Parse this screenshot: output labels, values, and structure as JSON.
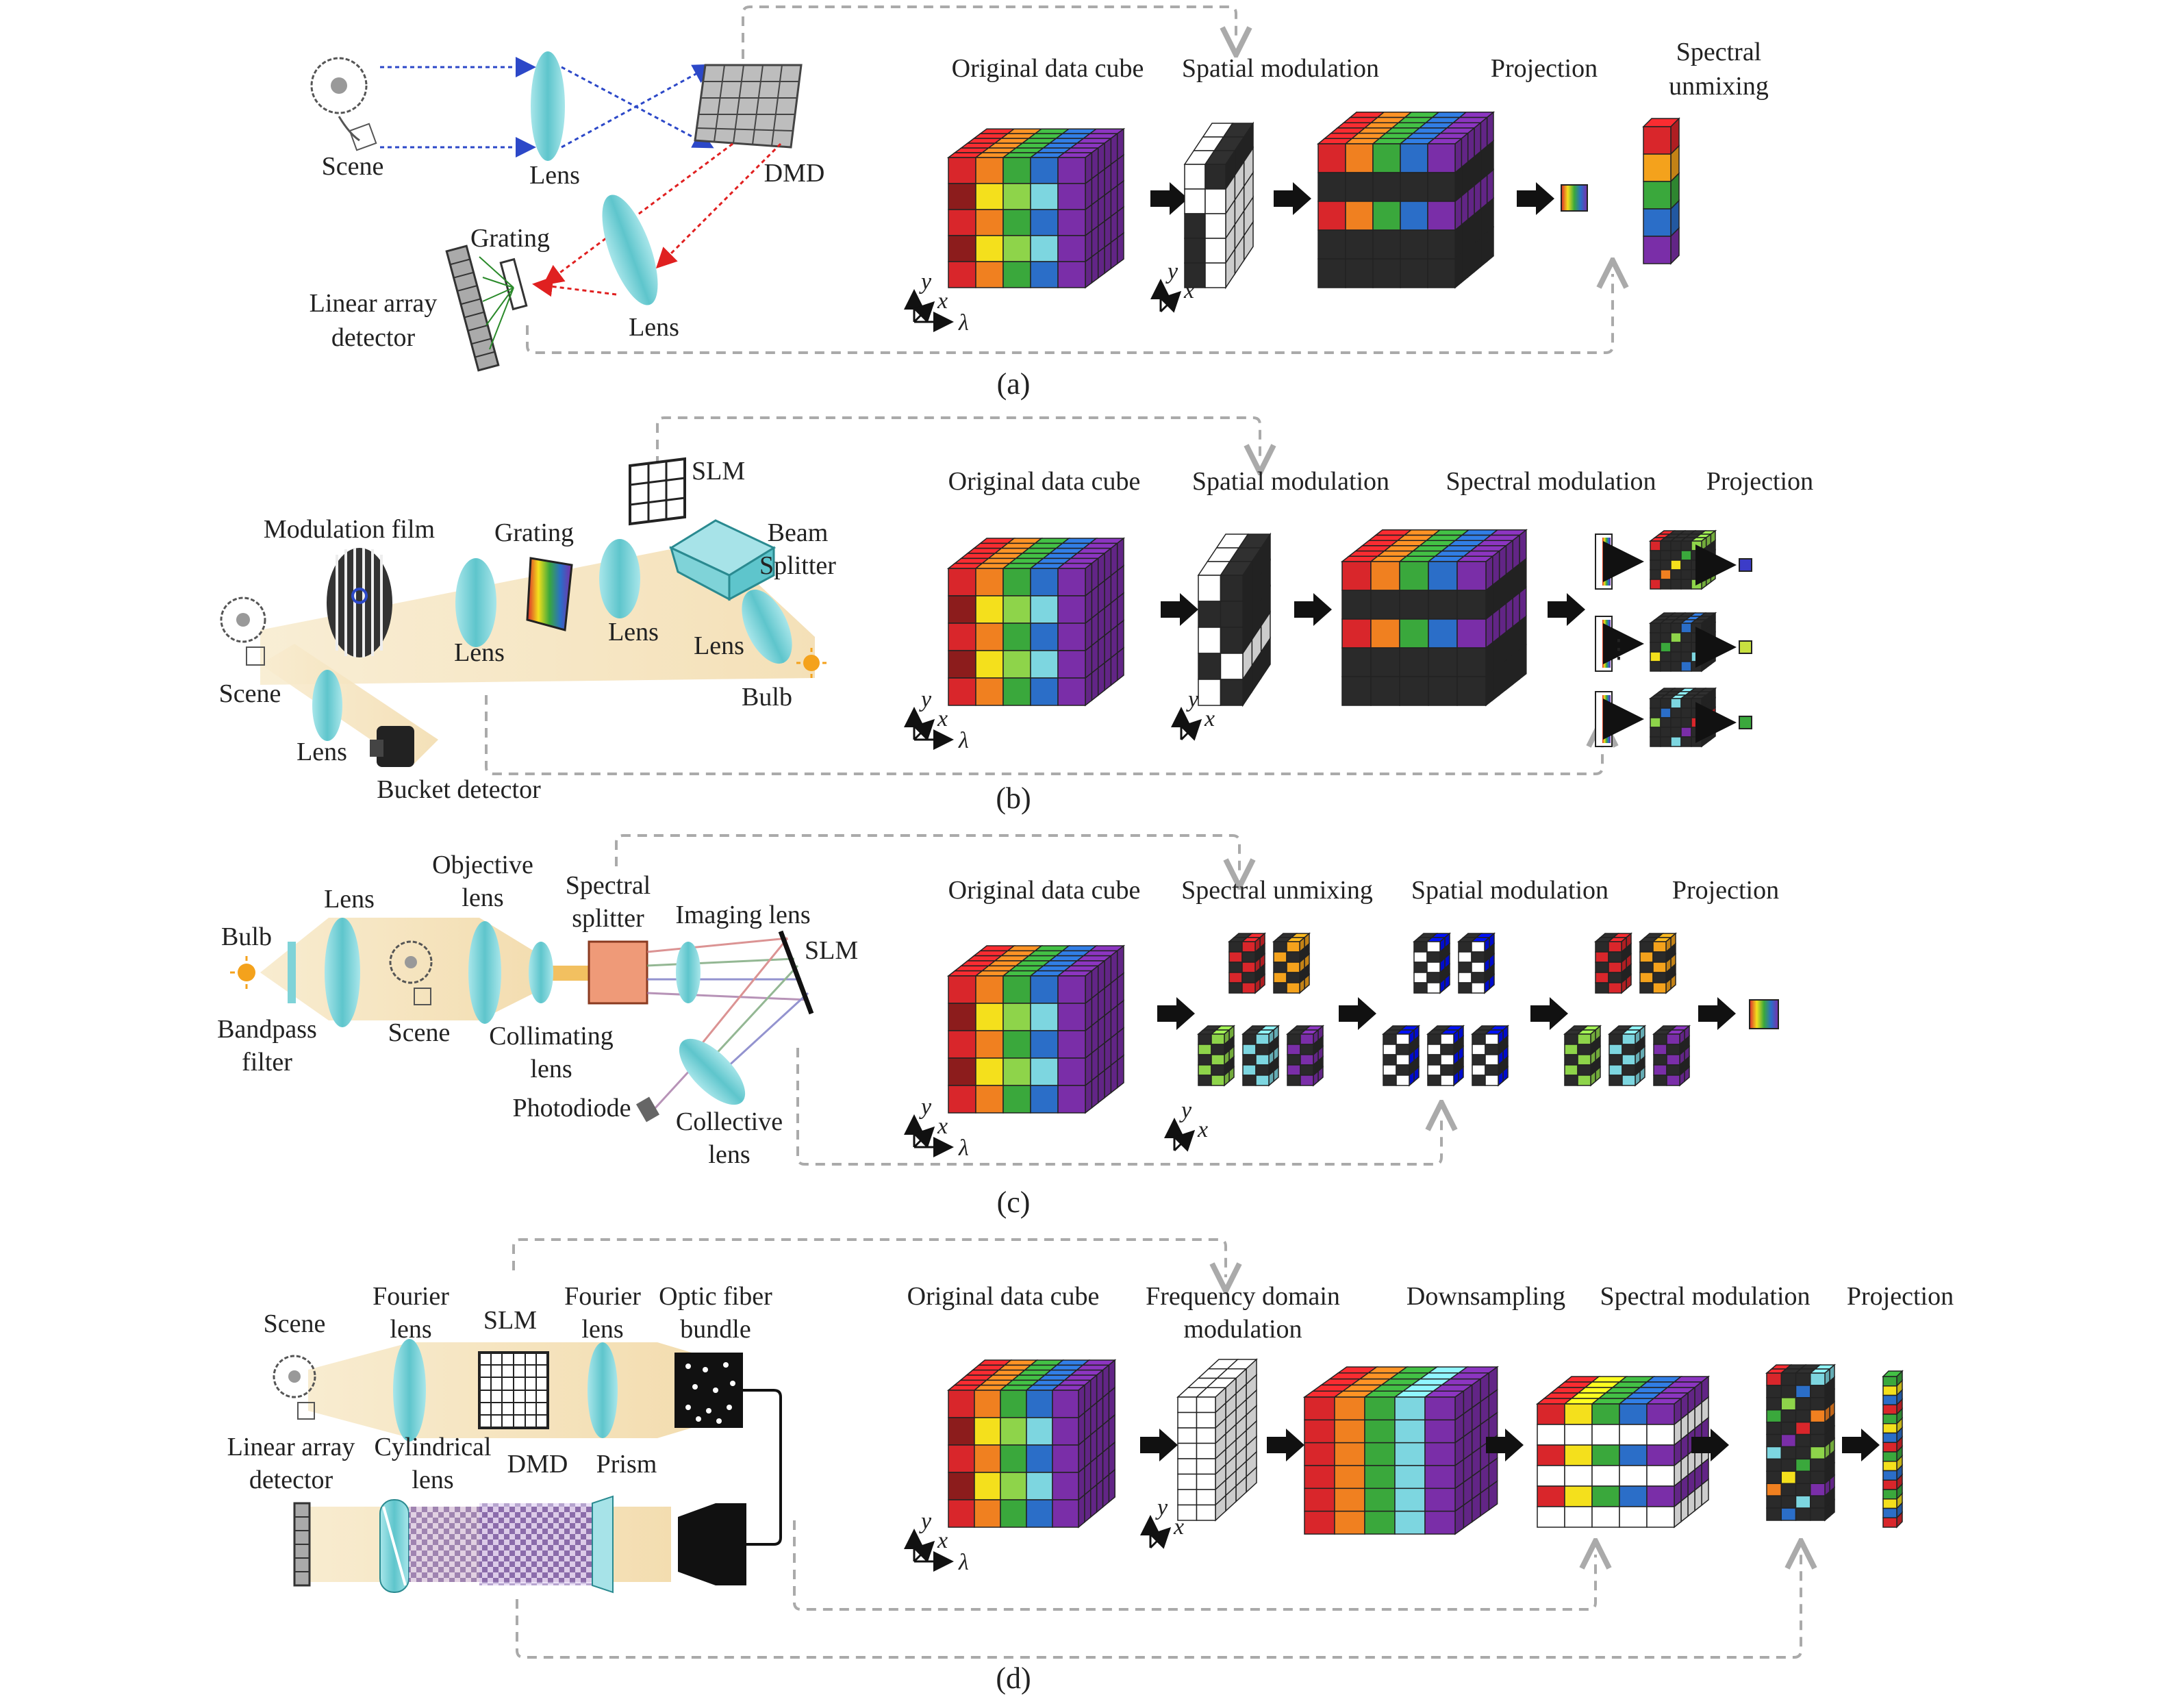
{
  "panels": {
    "a": {
      "caption": "(a)",
      "optics": {
        "scene": "Scene",
        "lens1": "Lens",
        "dmd": "DMD",
        "grating": "Grating",
        "lens2": "Lens",
        "detector_line1": "Linear array",
        "detector_line2": "detector"
      },
      "steps": {
        "cube": "Original data cube",
        "spatial": "Spatial modulation",
        "projection": "Projection",
        "unmix_line1": "Spectral",
        "unmix_line2": "unmixing"
      },
      "axes": {
        "y": "y",
        "x": "x",
        "l": "λ"
      }
    },
    "b": {
      "caption": "(b)",
      "optics": {
        "slm": "SLM",
        "film": "Modulation film",
        "grating": "Grating",
        "beam_line1": "Beam",
        "beam_line2": "Splitter",
        "scene": "Scene",
        "lens1": "Lens",
        "lens2": "Lens",
        "lens3": "Lens",
        "lens4": "Lens",
        "bulb": "Bulb",
        "bucket": "Bucket detector"
      },
      "steps": {
        "cube": "Original data cube",
        "spatial": "Spatial modulation",
        "spectral": "Spectral modulation",
        "projection": "Projection"
      },
      "axes": {
        "y": "y",
        "x": "x",
        "l": "λ"
      }
    },
    "c": {
      "caption": "(c)",
      "optics": {
        "bulb": "Bulb",
        "bandpass_line1": "Bandpass",
        "bandpass_line2": "filter",
        "lens": "Lens",
        "scene": "Scene",
        "objective_line1": "Objective",
        "objective_line2": "lens",
        "collimating_line1": "Collimating",
        "collimating_line2": "lens",
        "splitter_line1": "Spectral",
        "splitter_line2": "splitter",
        "imaging": "Imaging lens",
        "slm": "SLM",
        "photodiode": "Photodiode",
        "collective_line1": "Collective",
        "collective_line2": "lens"
      },
      "steps": {
        "cube": "Original data cube",
        "unmix": "Spectral unmixing",
        "spatial": "Spatial modulation",
        "projection": "Projection"
      },
      "axes": {
        "y": "y",
        "x": "x",
        "l": "λ"
      }
    },
    "d": {
      "caption": "(d)",
      "optics": {
        "scene": "Scene",
        "fourier1_line1": "Fourier",
        "fourier1_line2": "lens",
        "slm": "SLM",
        "fourier2_line1": "Fourier",
        "fourier2_line2": "lens",
        "fiber_line1": "Optic fiber",
        "fiber_line2": "bundle",
        "detector_line1": "Linear array",
        "detector_line2": "detector",
        "cyl_line1": "Cylindrical",
        "cyl_line2": "lens",
        "dmd": "DMD",
        "prism": "Prism"
      },
      "steps": {
        "cube": "Original data cube",
        "freq_line1": "Frequency domain",
        "freq_line2": "modulation",
        "down": "Downsampling",
        "spectral": "Spectral modulation",
        "projection": "Projection"
      },
      "axes": {
        "y": "y",
        "x": "x",
        "l": "λ"
      }
    }
  },
  "colors": {
    "spectrum": [
      "#d9262b",
      "#f08020",
      "#f4e01c",
      "#3aa83c",
      "#8ed44a",
      "#2b6ec8",
      "#7dd6e0",
      "#7a2ea8"
    ],
    "lens": "#7fd3d8",
    "beam": "#f6e7c6",
    "dark_cell": "#2a2a2a"
  }
}
